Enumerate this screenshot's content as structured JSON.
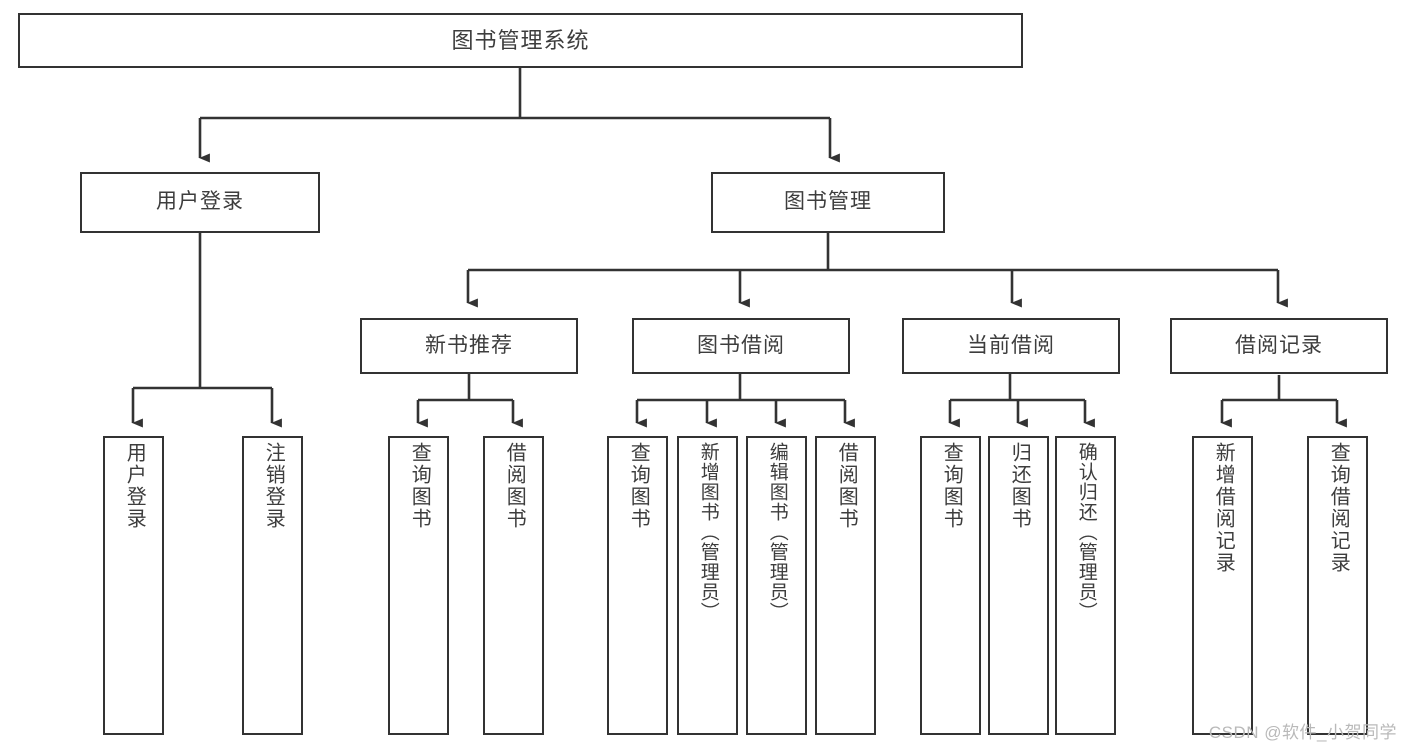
{
  "diagram": {
    "title": "图书管理系统",
    "type": "tree-diagram",
    "root": {
      "label": "图书管理系统"
    },
    "level2": [
      {
        "id": "user-login",
        "label": "用户登录"
      },
      {
        "id": "book-manage",
        "label": "图书管理"
      }
    ],
    "level3": [
      {
        "id": "new-book-recommend",
        "label": "新书推荐"
      },
      {
        "id": "book-borrow",
        "label": "图书借阅"
      },
      {
        "id": "current-borrow",
        "label": "当前借阅"
      },
      {
        "id": "borrow-record",
        "label": "借阅记录"
      }
    ],
    "leaves": {
      "user_login": [
        {
          "id": "leaf-user-login",
          "label": "用户登录"
        },
        {
          "id": "leaf-logout-login",
          "label": "注销登录"
        }
      ],
      "new_book_recommend": [
        {
          "id": "leaf-query-book-1",
          "label": "查询图书"
        },
        {
          "id": "leaf-borrow-book-1",
          "label": "借阅图书"
        }
      ],
      "book_borrow": [
        {
          "id": "leaf-query-book-2",
          "label": "查询图书"
        },
        {
          "id": "leaf-add-book",
          "label": "新增图书（管理员）"
        },
        {
          "id": "leaf-edit-book",
          "label": "编辑图书（管理员）"
        },
        {
          "id": "leaf-borrow-book-2",
          "label": "借阅图书"
        }
      ],
      "current_borrow": [
        {
          "id": "leaf-query-book-3",
          "label": "查询图书"
        },
        {
          "id": "leaf-return-book",
          "label": "归还图书"
        },
        {
          "id": "leaf-confirm-return",
          "label": "确认归还（管理员）"
        }
      ],
      "borrow_record": [
        {
          "id": "leaf-add-record",
          "label": "新增借阅记录"
        },
        {
          "id": "leaf-query-record",
          "label": "查询借阅记录"
        }
      ]
    }
  },
  "watermark": {
    "text": "CSDN @软件_小贺同学"
  },
  "colors": {
    "stroke": "#333333",
    "text": "#3d3d3d",
    "background": "#ffffff",
    "watermark": "#b9b9b9"
  }
}
